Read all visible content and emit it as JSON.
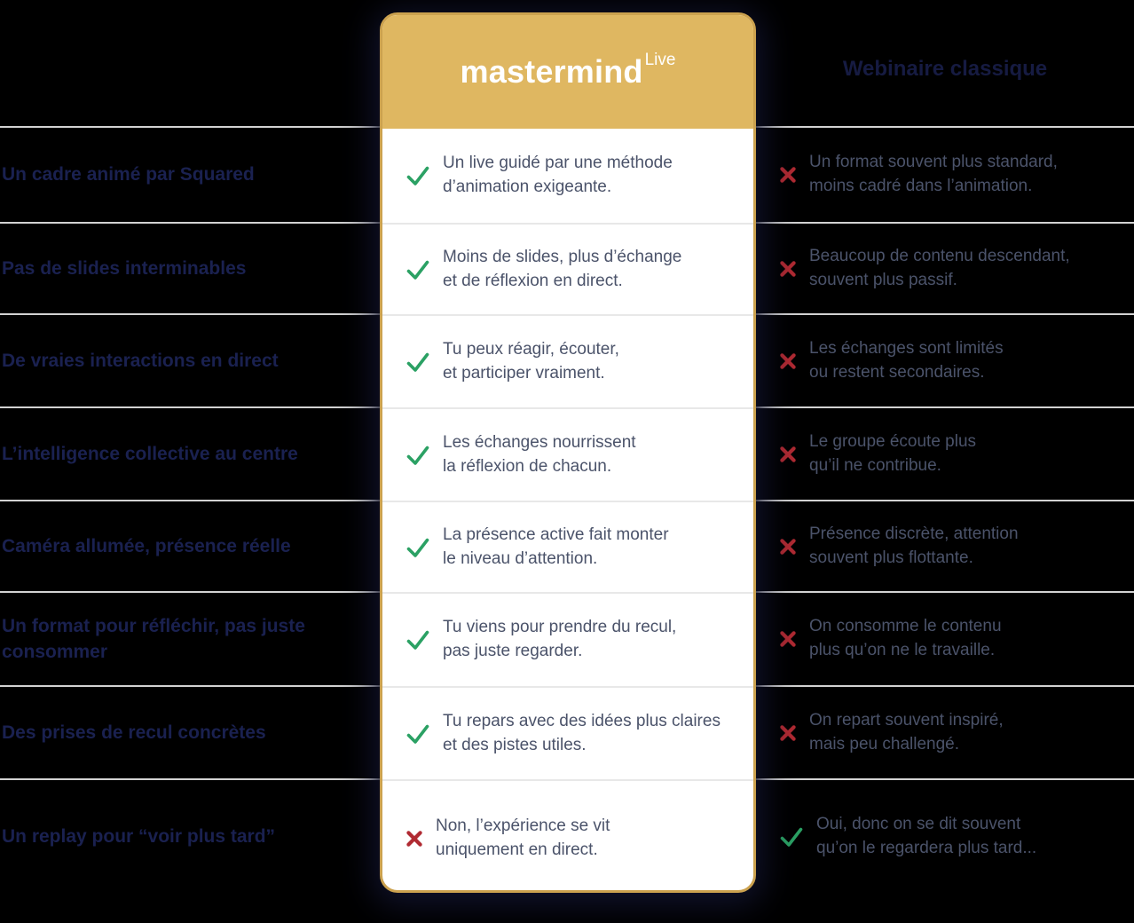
{
  "page": {
    "background": "#000000"
  },
  "card": {
    "logo": {
      "brand": "mastermind",
      "superscript": "Live"
    },
    "header_bg": "#dfb761",
    "border_color": "#cba14e"
  },
  "right_header": {
    "label": "Webinaire classique"
  },
  "colors": {
    "check_green": "#2ba164",
    "cross_red": "#b02a32",
    "label_navy": "#1a2150",
    "header_navy": "#161b42",
    "cell_text": "#4b536a",
    "divider_gray": "#d2d2d2"
  },
  "icons": {
    "check": "check-icon",
    "cross": "cross-icon"
  },
  "rows": [
    {
      "label": "Un cadre animé par Squared",
      "mastermind": {
        "icon": "check",
        "text": "Un live guidé par une méthode\nd’animation exigeante."
      },
      "webinaire": {
        "icon": "cross",
        "text": "Un format souvent plus standard,\nmoins cadré dans l’animation."
      }
    },
    {
      "label": "Pas de slides interminables",
      "mastermind": {
        "icon": "check",
        "text": "Moins de slides, plus d’échange\net de réflexion en direct."
      },
      "webinaire": {
        "icon": "cross",
        "text": "Beaucoup de contenu descendant,\nsouvent plus passif."
      }
    },
    {
      "label": "De vraies interactions en direct",
      "mastermind": {
        "icon": "check",
        "text": "Tu peux réagir, écouter,\net participer vraiment."
      },
      "webinaire": {
        "icon": "cross",
        "text": "Les échanges sont limités\nou restent secondaires."
      }
    },
    {
      "label": "L’intelligence collective au centre",
      "mastermind": {
        "icon": "check",
        "text": "Les échanges nourrissent\nla réflexion de chacun."
      },
      "webinaire": {
        "icon": "cross",
        "text": "Le groupe écoute plus\nqu’il ne contribue."
      }
    },
    {
      "label": "Caméra allumée, présence réelle",
      "mastermind": {
        "icon": "check",
        "text": "La présence active fait monter\nle niveau d’attention."
      },
      "webinaire": {
        "icon": "cross",
        "text": "Présence discrète, attention\nsouvent plus flottante."
      }
    },
    {
      "label": "Un format pour réfléchir, pas juste\nconsommer",
      "mastermind": {
        "icon": "check",
        "text": "Tu viens pour prendre du recul,\npas juste regarder."
      },
      "webinaire": {
        "icon": "cross",
        "text": "On consomme le contenu\nplus qu’on ne le travaille."
      }
    },
    {
      "label": "Des prises de recul concrètes",
      "mastermind": {
        "icon": "check",
        "text": "Tu repars avec des idées plus claires\net des pistes utiles."
      },
      "webinaire": {
        "icon": "cross",
        "text": "On repart souvent inspiré,\nmais peu challengé."
      }
    },
    {
      "label": "Un replay pour “voir plus tard”",
      "mastermind": {
        "icon": "cross",
        "text": "Non, l’expérience se vit\nuniquement en direct."
      },
      "webinaire": {
        "icon": "check",
        "text": "Oui, donc on se dit souvent\nqu’on le regardera plus tard..."
      }
    }
  ]
}
